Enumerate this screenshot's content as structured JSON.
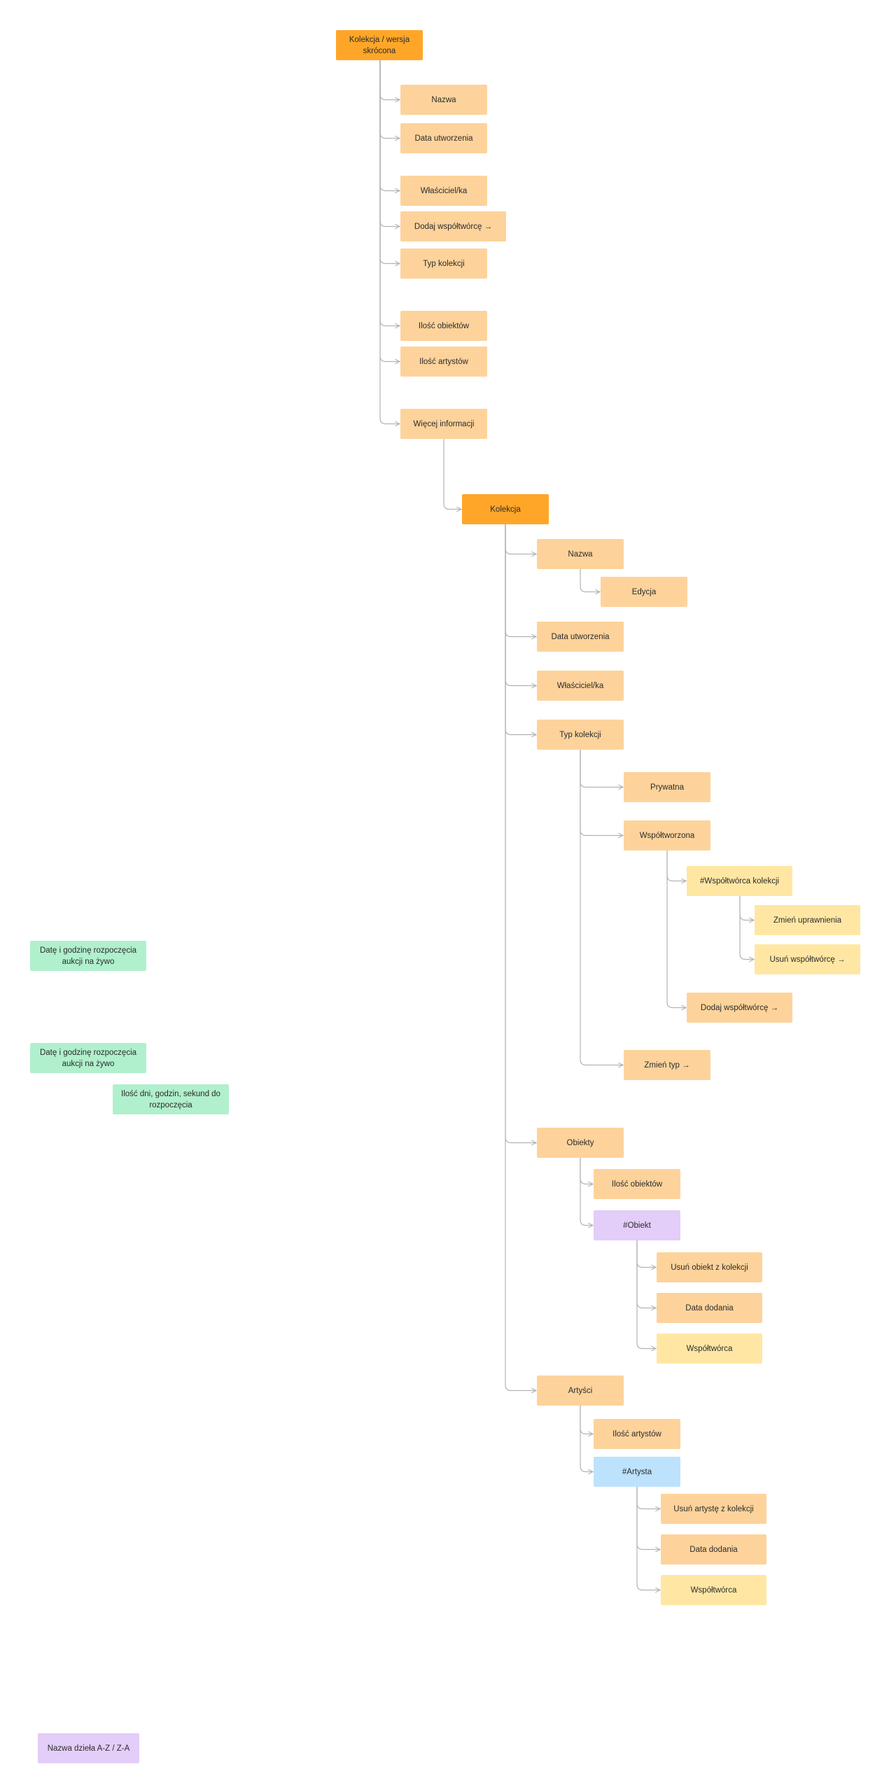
{
  "diagram": {
    "nodes": [
      {
        "id": "summary",
        "text": "Kolekcja / wersja skrócona",
        "color": "root"
      },
      {
        "id": "s_nazwa",
        "text": "Nazwa",
        "color": "item"
      },
      {
        "id": "s_data",
        "text": "Data utworzenia",
        "color": "item"
      },
      {
        "id": "s_wlasc",
        "text": "Właściciel/ka",
        "color": "item"
      },
      {
        "id": "s_dodaj",
        "text": "Dodaj współtwórcę →",
        "color": "item"
      },
      {
        "id": "s_typ",
        "text": "Typ kolekcji",
        "color": "item"
      },
      {
        "id": "s_ilosc_obj",
        "text": "Ilość obiektów",
        "color": "item"
      },
      {
        "id": "s_ilosc_art",
        "text": "Ilość artystów",
        "color": "item"
      },
      {
        "id": "s_wiecej",
        "text": "Więcej informacji",
        "color": "item"
      },
      {
        "id": "kolekcja",
        "text": "Kolekcja",
        "color": "root"
      },
      {
        "id": "k_nazwa",
        "text": "Nazwa",
        "color": "item"
      },
      {
        "id": "k_edycja",
        "text": "Edycja",
        "color": "item"
      },
      {
        "id": "k_data",
        "text": "Data utworzenia",
        "color": "item"
      },
      {
        "id": "k_wlasc",
        "text": "Właściciel/ka",
        "color": "item"
      },
      {
        "id": "k_typ",
        "text": "Typ kolekcji",
        "color": "item"
      },
      {
        "id": "k_prywatna",
        "text": "Prywatna",
        "color": "item"
      },
      {
        "id": "k_wspoltworzona",
        "text": "Współtworzona",
        "color": "item"
      },
      {
        "id": "k_wspoltworca_kol",
        "text": "#Współtwórca kolekcji",
        "color": "yellow"
      },
      {
        "id": "k_zmien_upr",
        "text": "Zmień uprawnienia",
        "color": "yellow"
      },
      {
        "id": "k_usun_wsp",
        "text": "Usuń współtwórcę →",
        "color": "yellow"
      },
      {
        "id": "k_dodaj_wsp",
        "text": "Dodaj współtwórcę →",
        "color": "item"
      },
      {
        "id": "k_zmien_typ",
        "text": "Zmień typ →",
        "color": "item"
      },
      {
        "id": "k_obiekty",
        "text": "Obiekty",
        "color": "item"
      },
      {
        "id": "k_ilosc_obj",
        "text": "Ilość obiektów",
        "color": "item"
      },
      {
        "id": "k_obiekt",
        "text": "#Obiekt",
        "color": "purple"
      },
      {
        "id": "k_usun_obj",
        "text": "Usuń obiekt z kolekcji",
        "color": "item"
      },
      {
        "id": "k_obj_data",
        "text": "Data dodania",
        "color": "item"
      },
      {
        "id": "k_obj_wsp",
        "text": "Współtwórca",
        "color": "yellow"
      },
      {
        "id": "k_artysci",
        "text": "Artyści",
        "color": "item"
      },
      {
        "id": "k_ilosc_art",
        "text": "Ilość artystów",
        "color": "item"
      },
      {
        "id": "k_artysta",
        "text": "#Artysta",
        "color": "blue"
      },
      {
        "id": "k_usun_art",
        "text": "Usuń artystę z kolekcji",
        "color": "item"
      },
      {
        "id": "k_art_data",
        "text": "Data dodania",
        "color": "item"
      },
      {
        "id": "k_art_wsp",
        "text": "Współtwórca",
        "color": "yellow"
      },
      {
        "id": "g_data1",
        "text": "Datę i godzinę rozpoczęcia aukcji na żywo",
        "color": "green"
      },
      {
        "id": "g_data2",
        "text": "Datę i godzinę rozpoczęcia aukcji na żywo",
        "color": "green"
      },
      {
        "id": "g_ilosc_dni",
        "text": "Ilość dni, godzin, sekund do rozpoczęcia",
        "color": "green"
      },
      {
        "id": "p_nazwa_dziela",
        "text": "Nazwa dzieła A-Z / Z-A",
        "color": "purple"
      }
    ],
    "edges": [
      [
        "summary",
        "s_nazwa"
      ],
      [
        "summary",
        "s_data"
      ],
      [
        "summary",
        "s_wlasc"
      ],
      [
        "summary",
        "s_dodaj"
      ],
      [
        "summary",
        "s_typ"
      ],
      [
        "summary",
        "s_ilosc_obj"
      ],
      [
        "summary",
        "s_ilosc_art"
      ],
      [
        "summary",
        "s_wiecej"
      ],
      [
        "s_wiecej",
        "kolekcja"
      ],
      [
        "kolekcja",
        "k_nazwa"
      ],
      [
        "kolekcja",
        "k_data"
      ],
      [
        "kolekcja",
        "k_wlasc"
      ],
      [
        "kolekcja",
        "k_typ"
      ],
      [
        "kolekcja",
        "k_obiekty"
      ],
      [
        "kolekcja",
        "k_artysci"
      ],
      [
        "k_nazwa",
        "k_edycja"
      ],
      [
        "k_typ",
        "k_prywatna"
      ],
      [
        "k_typ",
        "k_wspoltworzona"
      ],
      [
        "k_typ",
        "k_zmien_typ"
      ],
      [
        "k_wspoltworzona",
        "k_wspoltworca_kol"
      ],
      [
        "k_wspoltworzona",
        "k_dodaj_wsp"
      ],
      [
        "k_wspoltworca_kol",
        "k_zmien_upr"
      ],
      [
        "k_wspoltworca_kol",
        "k_usun_wsp"
      ],
      [
        "k_obiekty",
        "k_ilosc_obj"
      ],
      [
        "k_obiekty",
        "k_obiekt"
      ],
      [
        "k_obiekt",
        "k_usun_obj"
      ],
      [
        "k_obiekt",
        "k_obj_data"
      ],
      [
        "k_obiekt",
        "k_obj_wsp"
      ],
      [
        "k_artysci",
        "k_ilosc_art"
      ],
      [
        "k_artysci",
        "k_artysta"
      ],
      [
        "k_artysta",
        "k_usun_art"
      ],
      [
        "k_artysta",
        "k_art_data"
      ],
      [
        "k_artysta",
        "k_art_wsp"
      ]
    ]
  }
}
